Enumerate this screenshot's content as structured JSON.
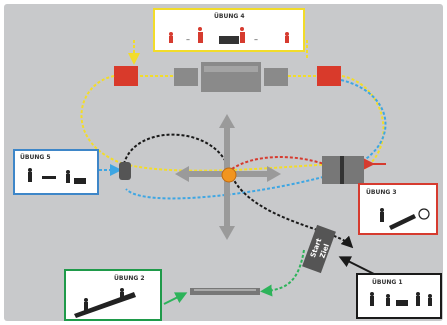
{
  "exercises": [
    {
      "key": "ex4",
      "label": "ÜBUNG 4",
      "color": "#f2dc2a"
    },
    {
      "key": "ex5",
      "label": "ÜBUNG 5",
      "color": "#3e86c8"
    },
    {
      "key": "ex3",
      "label": "ÜBUNG 3",
      "color": "#d63b2f"
    },
    {
      "key": "ex2",
      "label": "ÜBUNG 2",
      "color": "#1f9a4a"
    },
    {
      "key": "ex1",
      "label": "ÜBUNG 1",
      "color": "#1a1a1a"
    }
  ],
  "start_station": {
    "line1": "Start",
    "line2": "Ziel"
  },
  "colors": {
    "background": "#c8c9cb",
    "equipment_gray": "#8a8a8a",
    "equipment_red": "#d93a2b",
    "center_orange": "#f2951f",
    "route_yellow": "#f2dc2a",
    "route_blue": "#3ea6e3",
    "route_red": "#d63b2f",
    "route_green": "#2db35a",
    "route_black": "#1a1a1a"
  }
}
